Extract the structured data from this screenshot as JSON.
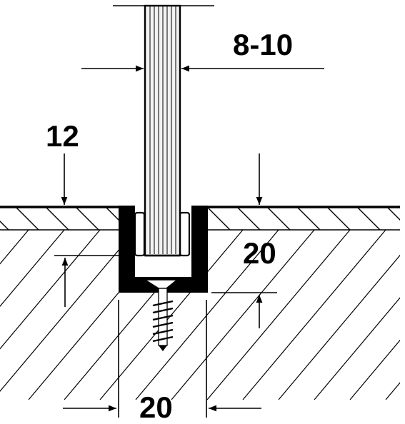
{
  "dimensions": {
    "glass_thickness": "8-10",
    "floor_covering": "12",
    "channel_depth": "20",
    "channel_width": "20"
  },
  "colors": {
    "ink": "#000000",
    "glass_fill": "#f2f2f2",
    "bead_fill": "#ffffff",
    "background": "#ffffff"
  }
}
